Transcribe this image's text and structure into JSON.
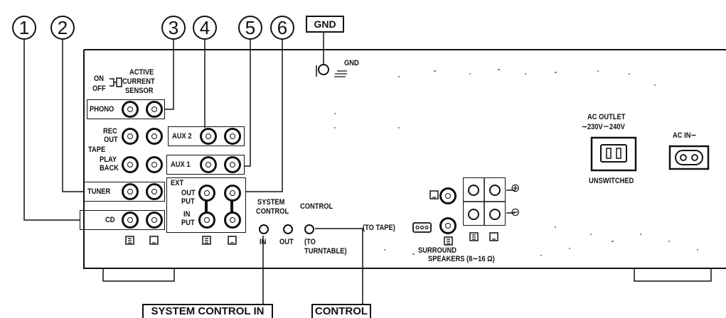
{
  "callouts": {
    "numbers": [
      "1",
      "2",
      "3",
      "4",
      "5",
      "6"
    ],
    "gnd": "GND",
    "system_control_in": "SYSTEM CONTROL IN",
    "control": "CONTROL"
  },
  "panel": {
    "gnd_label": "GND",
    "active_sensor": {
      "on": "ON",
      "off": "OFF",
      "line1": "ACTIVE",
      "line2": "CURRENT",
      "line3": "SENSOR"
    },
    "phono": "PHONO",
    "rec_out_1": "REC",
    "rec_out_2": "OUT",
    "tape": "TAPE",
    "play_back_1": "PLAY",
    "play_back_2": "BACK",
    "tuner": "TUNER",
    "cd": "CD",
    "aux2": "AUX 2",
    "aux1": "AUX 1",
    "ext": "EXT",
    "output_1": "OUT",
    "output_2": "PUT",
    "input_1": "IN",
    "input_2": "PUT",
    "system_control_1": "SYSTEM",
    "system_control_2": "CONTROL",
    "control": "CONTROL",
    "in": "IN",
    "out": "OUT",
    "to_turntable_1": "(TO",
    "to_turntable_2": "TURNTABLE)",
    "to_tape": "(TO TAPE)",
    "surround": "SURROUND",
    "speakers": "SPEAKERS (8∼16 Ω)",
    "plus": "⊕",
    "minus": "⊖",
    "ac_outlet_1": "AC OUTLET",
    "ac_outlet_2": "∼230V－240V",
    "unswitched": "UNSWITCHED",
    "ac_in": "AC IN∼"
  }
}
